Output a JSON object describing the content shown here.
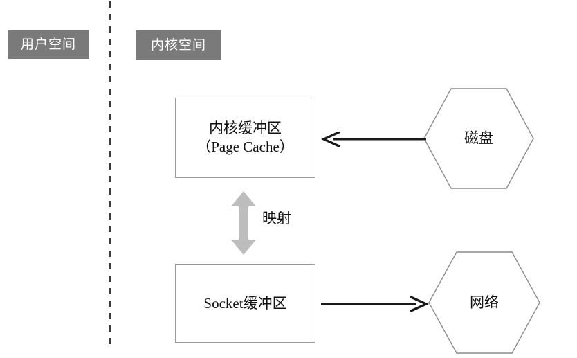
{
  "diagram": {
    "title": "zero-copy mmap data flow",
    "colors": {
      "label_fill": "#7a7a7a",
      "label_text": "#ffffff",
      "box_border": "#9a9a9a",
      "hexagon_border": "#8a8a8a",
      "arrow_black": "#1a1a1a",
      "arrow_gray": "#bdbdbd",
      "divider": "#3a3a3f",
      "background": "#ffffff"
    },
    "regions": [
      {
        "id": "user-space",
        "label": "用户空间"
      },
      {
        "id": "kernel-space",
        "label": "内核空间"
      }
    ],
    "divider": {
      "style": "dashed-vertical"
    },
    "nodes": {
      "kernel_buffer": {
        "shape": "rectangle",
        "line1": "内核缓冲区",
        "line2": "（Page Cache）"
      },
      "socket_buffer": {
        "shape": "rectangle",
        "line1": "Socket缓冲区"
      },
      "disk": {
        "shape": "hexagon",
        "label": "磁盘"
      },
      "network": {
        "shape": "hexagon",
        "label": "网络"
      }
    },
    "edges": [
      {
        "id": "disk-to-kernel",
        "from": "disk",
        "to": "kernel_buffer",
        "direction": "left",
        "color": "black",
        "label": ""
      },
      {
        "id": "kernel-to-socket",
        "from": "kernel_buffer",
        "to": "socket_buffer",
        "direction": "both",
        "color": "gray",
        "label": "映射"
      },
      {
        "id": "socket-to-network",
        "from": "socket_buffer",
        "to": "network",
        "direction": "right",
        "color": "black",
        "label": ""
      }
    ]
  }
}
